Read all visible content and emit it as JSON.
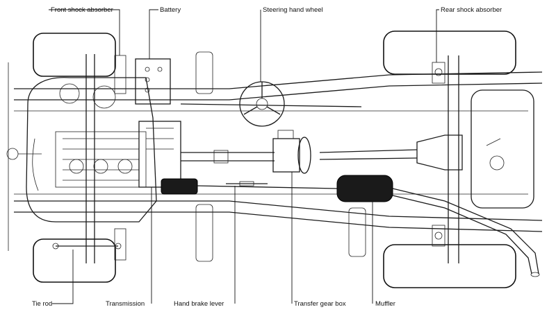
{
  "labels": {
    "front_shock_absorber": "Front shock absorber",
    "battery": "Battery",
    "steering_hand_wheel": "Steering hand wheel",
    "rear_shock_absorber": "Rear shock absorber",
    "tie_rod": "Tie rod",
    "transmission": "Transmission",
    "hand_brake_lever": "Hand brake lever",
    "transfer_gear_box": "Transfer gear box",
    "muffler": "Muffler"
  }
}
